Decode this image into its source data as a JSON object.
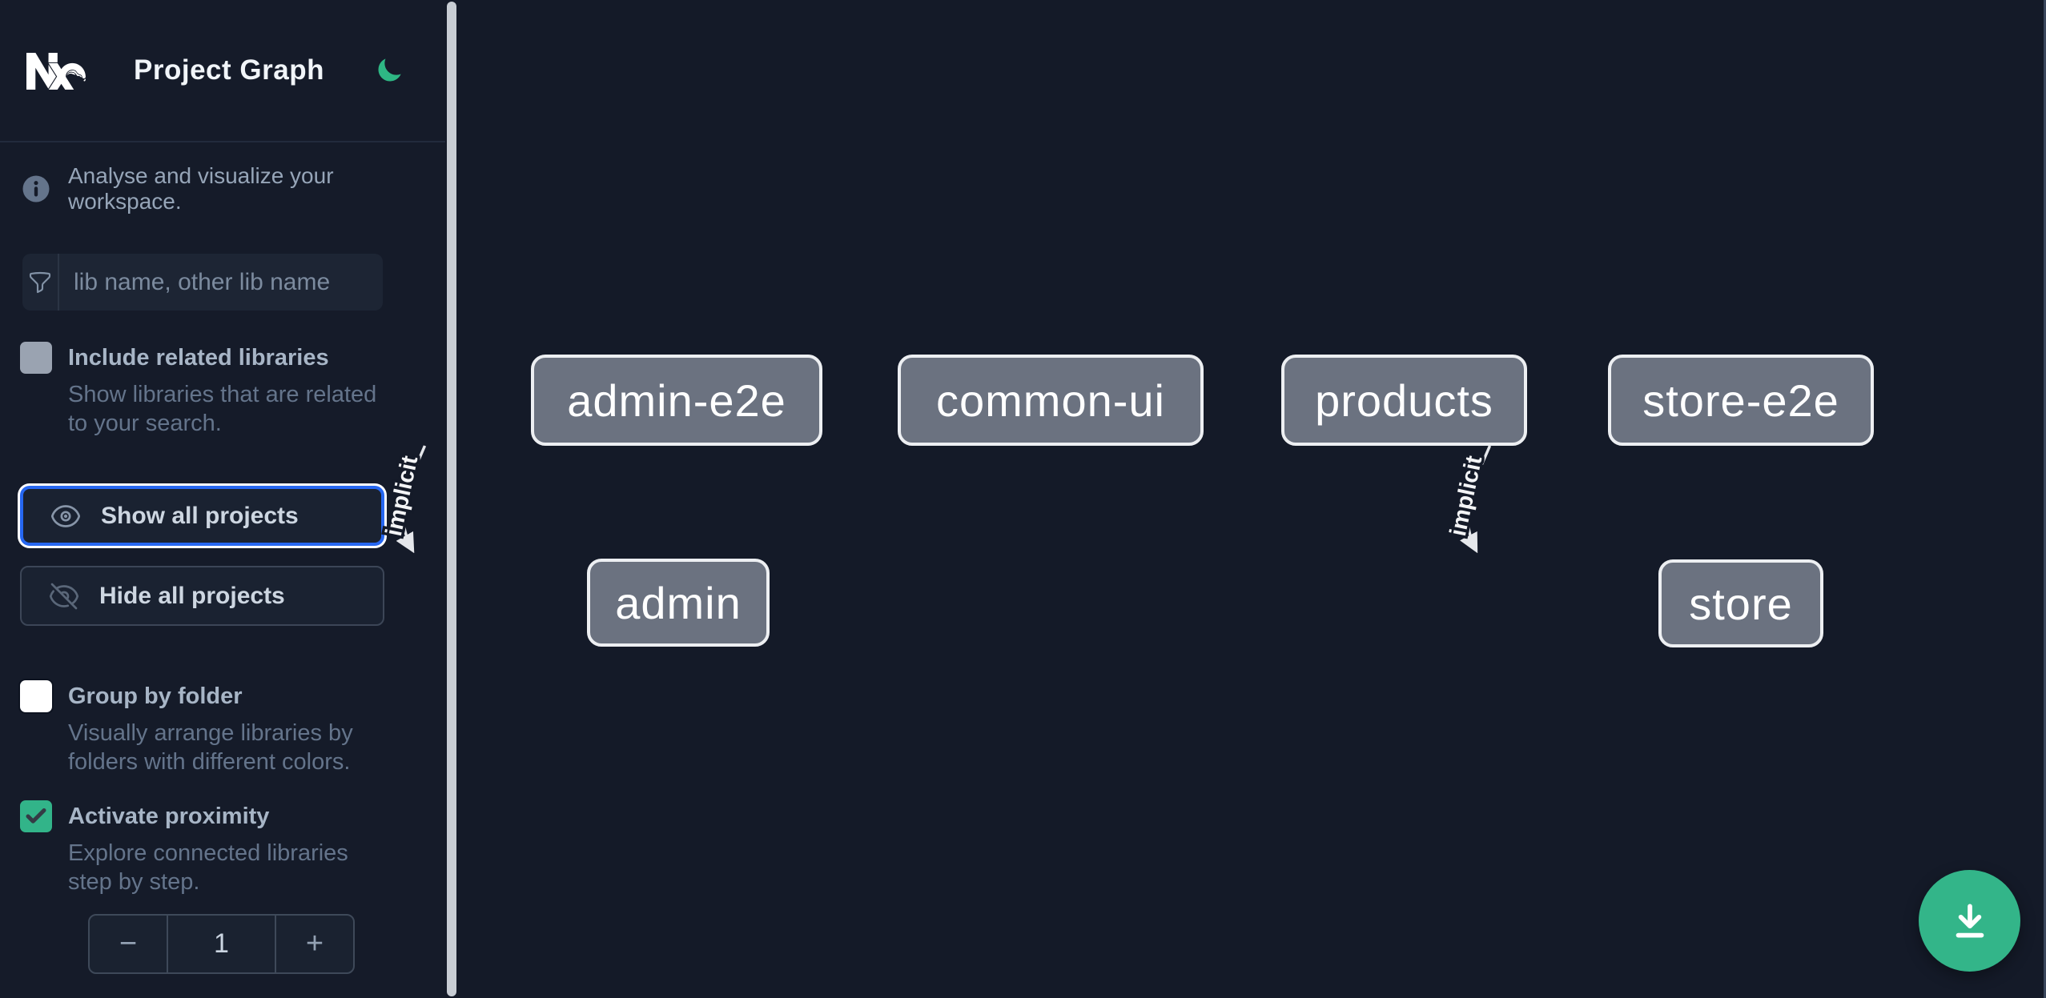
{
  "header": {
    "title": "Project Graph",
    "logo": "nx-logo",
    "theme_toggle": "moon-icon"
  },
  "sidebar": {
    "info_text": "Analyse and visualize your workspace.",
    "search": {
      "placeholder": "lib name, other lib name",
      "icon": "funnel-icon",
      "value": ""
    },
    "toggles": [
      {
        "label": "Include related libraries",
        "description": "Show libraries that are related to your search.",
        "checked": false,
        "enabled": false
      },
      {
        "label": "Group by folder",
        "description": "Visually arrange libraries by folders with different colors.",
        "checked": false,
        "enabled": true
      },
      {
        "label": "Activate proximity",
        "description": "Explore connected libraries step by step.",
        "checked": true,
        "enabled": true
      }
    ],
    "buttons": [
      {
        "label": "Show all projects",
        "icon": "eye-icon",
        "focused": true
      },
      {
        "label": "Hide all projects",
        "icon": "eye-slash-icon",
        "focused": false
      }
    ],
    "stepper": {
      "decrement": "−",
      "value": "1",
      "increment": "+"
    }
  },
  "graph": {
    "nodes": [
      {
        "label": "admin-e2e"
      },
      {
        "label": "common-ui"
      },
      {
        "label": "products"
      },
      {
        "label": "store-e2e"
      },
      {
        "label": "admin"
      },
      {
        "label": "store"
      }
    ],
    "edges": [
      {
        "from": "admin-e2e",
        "to": "admin",
        "label": "implicit"
      },
      {
        "from": "store-e2e",
        "to": "store",
        "label": "implicit"
      }
    ]
  },
  "fab": {
    "icon": "download-icon"
  },
  "colors": {
    "background": "#141a28",
    "sidebar_background": "#151b29",
    "accent_green": "#33b589",
    "focus_blue": "#2667f1",
    "node_fill": "#6b7280",
    "node_border": "#edeff2",
    "muted_text": "#64748b",
    "label_text": "#a7b5c6"
  }
}
